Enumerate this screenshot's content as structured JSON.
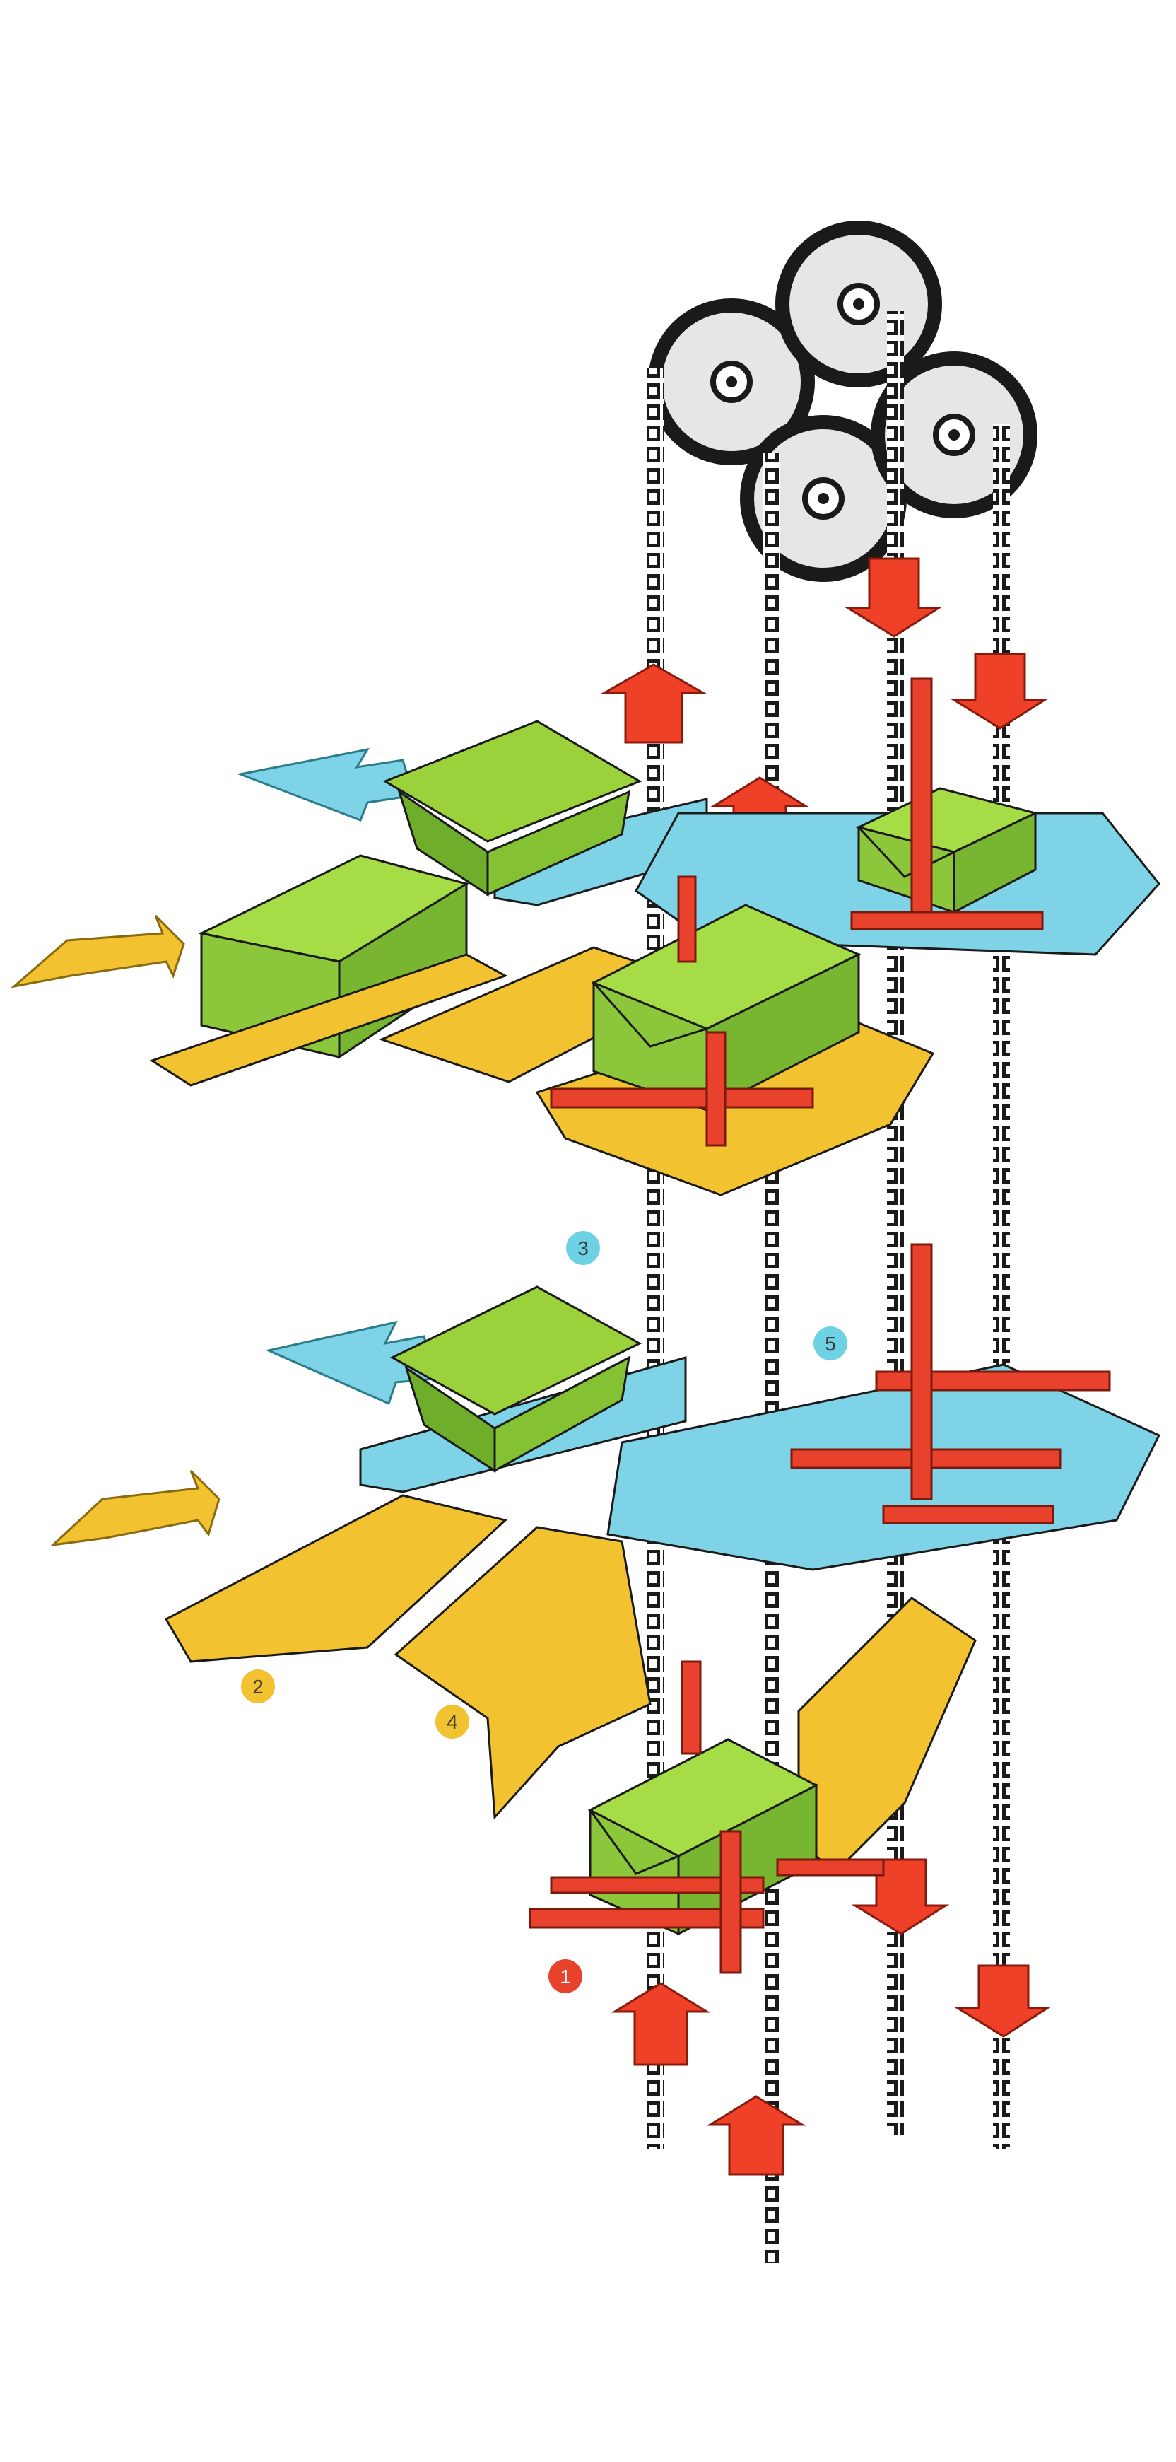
{
  "markers": [
    {
      "id": "m1",
      "label": "1",
      "color": "#e8412c",
      "text_color": "#ffffff"
    },
    {
      "id": "m2",
      "label": "2",
      "color": "#f2c230",
      "text_color": "#3a3a3a"
    },
    {
      "id": "m3",
      "label": "3",
      "color": "#6fd1e4",
      "text_color": "#3a3a3a"
    },
    {
      "id": "m4",
      "label": "4",
      "color": "#f2c230",
      "text_color": "#3a3a3a"
    },
    {
      "id": "m5",
      "label": "5",
      "color": "#6fd1e4",
      "text_color": "#3a3a3a"
    }
  ],
  "colors": {
    "chain": "#1a1a1a",
    "wheel": "#e6e6e6",
    "lift_arrow": "#ef4127",
    "outfeed_arrow": "#7fd3e6",
    "infeed_arrow": "#f2c230",
    "carrier": "#e8412c",
    "blue_conveyor": "#7fd3e6",
    "yellow_conveyor": "#f2c230",
    "box": "#9bd23c",
    "box_dark": "#6fae2a"
  },
  "icons": {
    "lift_arrow": "arrow-up-icon",
    "lower_arrow": "arrow-down-icon",
    "outfeed": "arrow-left-icon",
    "infeed": "arrow-right-icon"
  }
}
